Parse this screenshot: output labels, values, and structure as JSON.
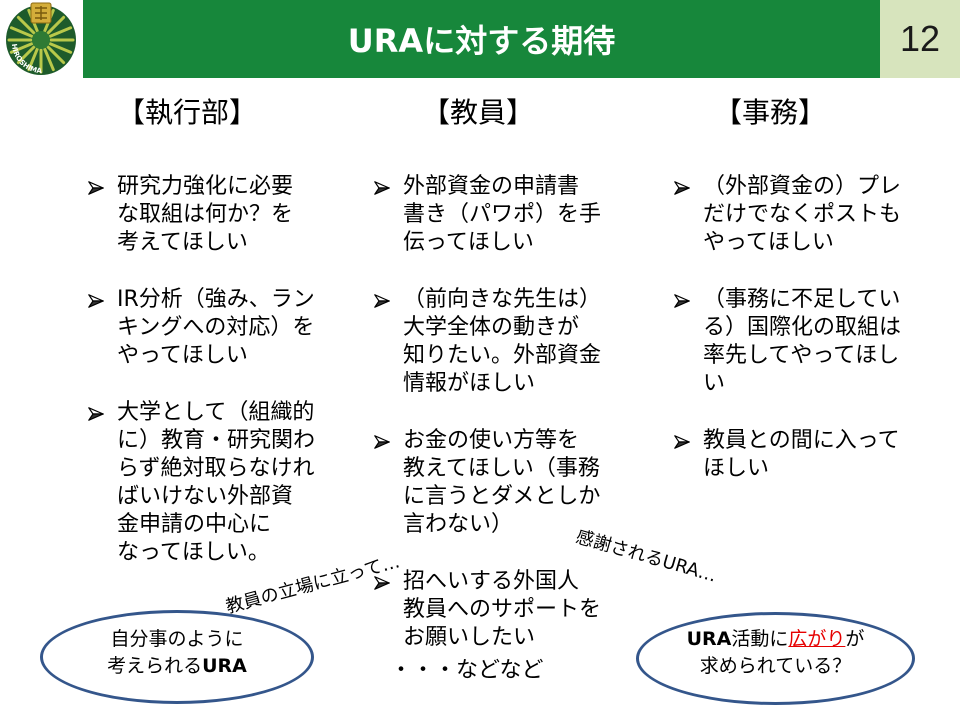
{
  "header": {
    "logo_text": "HIROSHIMA",
    "title": "URAに対する期待",
    "page_number": "12"
  },
  "columns": [
    {
      "heading": "【執行部】",
      "bullets": [
        {
          "lines": [
            "研究力強化に必要",
            "な取組は何か？を",
            "考えてほしい"
          ]
        },
        {
          "lines": [
            "IR分析（強み、ラン",
            "キングへの対応）を",
            "やってほしい"
          ]
        },
        {
          "lines": [
            "大学として（組織的",
            "に）教育・研究関わ",
            "らず絶対取らなけれ",
            "ばいけない外部資",
            "金申請の中心に",
            "なってほしい。"
          ]
        }
      ]
    },
    {
      "heading": "【教員】",
      "bullets": [
        {
          "lines": [
            "外部資金の申請書",
            "書き（パワポ）を手",
            "伝ってほしい"
          ]
        },
        {
          "lines": [
            "（前向きな先生は）",
            "大学全体の動きが",
            "知りたい。外部資金",
            "情報がほしい"
          ]
        },
        {
          "lines": [
            "お金の使い方等を",
            "教えてほしい（事務",
            "に言うとダメとしか",
            "言わない）"
          ]
        },
        {
          "lines": [
            "招へいする外国人",
            "教員へのサポートを",
            "お願いしたい"
          ]
        }
      ],
      "trailing_note": "・・・などなど"
    },
    {
      "heading": "【事務】",
      "bullets": [
        {
          "lines": [
            "（外部資金の）プレ",
            "だけでなくポストも",
            "やってほしい"
          ]
        },
        {
          "lines": [
            "（事務に不足してい",
            "る）国際化の取組は",
            "率先してやってほし",
            "い"
          ]
        },
        {
          "lines": [
            "教員との間に入って",
            "ほしい"
          ]
        }
      ]
    }
  ],
  "callouts": {
    "left_arc_label": "教員の立場に立って…",
    "right_arc_label": "感謝されるURA…",
    "left_oval": {
      "line1": "自分事のように",
      "line2_text": "考えられる",
      "line2_emphasis": "URA"
    },
    "right_oval": {
      "line1_emphasis": "URA",
      "line1_text": "活動に",
      "line1_highlight": "広がり",
      "line1_tail": "が",
      "line2": "求められている？"
    }
  },
  "icons": {
    "logo": "university-emblem-icon",
    "bullet": "arrow-bullet-icon"
  },
  "colors": {
    "header_green": "#17873b",
    "page_number_bg": "#d7e4bd",
    "oval_border": "#34568b",
    "highlight_red": "#e60000",
    "emblem_green": "#1e5b2b",
    "emblem_rays": "#b8c84a",
    "emblem_badge": "#d4ad3a"
  }
}
